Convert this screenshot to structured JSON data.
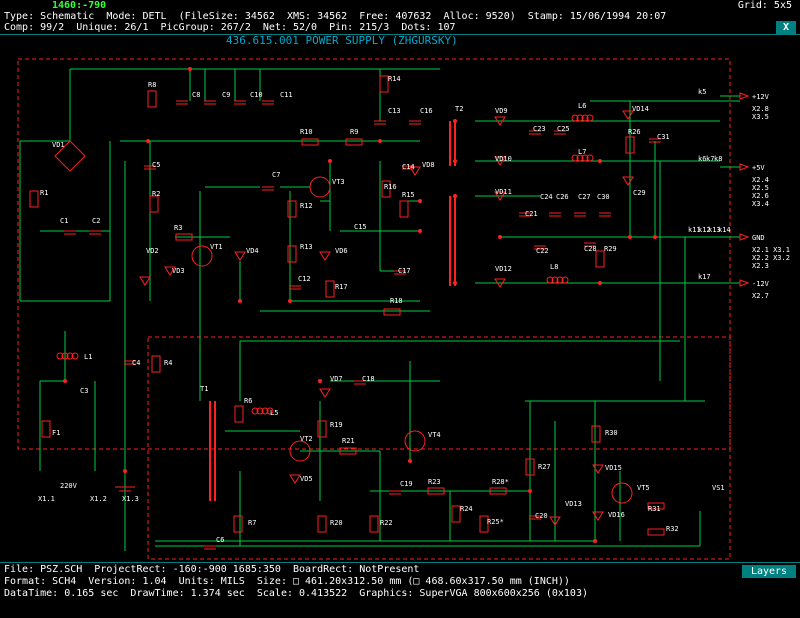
{
  "status_top": {
    "cursor_coords": "1460:-790",
    "grid": "Grid: 5x5",
    "line1": "Type: Schematic  Mode: DETL  (FileSize: 34562  XMS: 34562  Free: 407632  Alloc: 9520)  Stamp: 15/06/1994 20:07",
    "line2": "Comp: 99/2  Unique: 26/1  PicGroup: 267/2  Net: 52/0  Pin: 215/3  Dots: 107",
    "close_glyph": "X"
  },
  "schematic": {
    "title": "436.615.001   POWER SUPPLY   (ZHGURSKY)",
    "colors": {
      "wire": "#00cc44",
      "part": "#ff2020",
      "label": "#ffffff",
      "pin": "#cc33cc",
      "frame": "#ff2020"
    },
    "components": [
      {
        "ref": "R8"
      },
      {
        "ref": "C8"
      },
      {
        "ref": "C9"
      },
      {
        "ref": "C10"
      },
      {
        "ref": "C11"
      },
      {
        "ref": "R14"
      },
      {
        "ref": "C13"
      },
      {
        "ref": "C16"
      },
      {
        "ref": "T2"
      },
      {
        "ref": "VD9"
      },
      {
        "ref": "L6"
      },
      {
        "ref": "VD14"
      },
      {
        "ref": "C23"
      },
      {
        "ref": "C25"
      },
      {
        "ref": "R26"
      },
      {
        "ref": "C31"
      },
      {
        "ref": "VD1"
      },
      {
        "ref": "R10"
      },
      {
        "ref": "R9"
      },
      {
        "ref": "C14"
      },
      {
        "ref": "VD8"
      },
      {
        "ref": "VD10"
      },
      {
        "ref": "L7"
      },
      {
        "ref": "C5"
      },
      {
        "ref": "C7"
      },
      {
        "ref": "VT3"
      },
      {
        "ref": "R16"
      },
      {
        "ref": "R15"
      },
      {
        "ref": "VD11"
      },
      {
        "ref": "C29"
      },
      {
        "ref": "R1"
      },
      {
        "ref": "R2"
      },
      {
        "ref": "R12"
      },
      {
        "ref": "C21"
      },
      {
        "ref": "C24"
      },
      {
        "ref": "C26"
      },
      {
        "ref": "C27"
      },
      {
        "ref": "C30"
      },
      {
        "ref": "C1"
      },
      {
        "ref": "C2"
      },
      {
        "ref": "R3"
      },
      {
        "ref": "C15"
      },
      {
        "ref": "VD2"
      },
      {
        "ref": "VT1"
      },
      {
        "ref": "VD4"
      },
      {
        "ref": "R13"
      },
      {
        "ref": "VD6"
      },
      {
        "ref": "C22"
      },
      {
        "ref": "C28"
      },
      {
        "ref": "R29"
      },
      {
        "ref": "VD3"
      },
      {
        "ref": "C12"
      },
      {
        "ref": "R17"
      },
      {
        "ref": "C17"
      },
      {
        "ref": "VD12"
      },
      {
        "ref": "L8"
      },
      {
        "ref": "R18"
      },
      {
        "ref": "L1"
      },
      {
        "ref": "C4"
      },
      {
        "ref": "R4"
      },
      {
        "ref": "VD7"
      },
      {
        "ref": "C18"
      },
      {
        "ref": "T1"
      },
      {
        "ref": "R6"
      },
      {
        "ref": "L5"
      },
      {
        "ref": "R19"
      },
      {
        "ref": "VT4"
      },
      {
        "ref": "R30"
      },
      {
        "ref": "C3"
      },
      {
        "ref": "VT2"
      },
      {
        "ref": "R21"
      },
      {
        "ref": "VD15"
      },
      {
        "ref": "F1"
      },
      {
        "ref": "VD5"
      },
      {
        "ref": "R27"
      },
      {
        "ref": "VT5"
      },
      {
        "ref": "C19"
      },
      {
        "ref": "R23"
      },
      {
        "ref": "R28*"
      },
      {
        "ref": "VS1"
      },
      {
        "ref": "R31"
      },
      {
        "ref": "VD13"
      },
      {
        "ref": "VD16"
      },
      {
        "ref": "R32"
      },
      {
        "ref": "R7"
      },
      {
        "ref": "R20"
      },
      {
        "ref": "R22"
      },
      {
        "ref": "R24"
      },
      {
        "ref": "R25*"
      },
      {
        "ref": "C20"
      },
      {
        "ref": "C6"
      }
    ],
    "nets": [
      "k5",
      "k6",
      "k7",
      "k8",
      "k11",
      "k12",
      "k13",
      "k14",
      "k17"
    ],
    "outputs": [
      {
        "label": "+12V",
        "pins": "X2.8\nX3.5"
      },
      {
        "label": "+5V",
        "pins": "X2.4\nX2.5\nX2.6\nX3.4"
      },
      {
        "label": "GND",
        "pins": "X2.1 X3.1\nX2.2 X3.2\nX2.3"
      },
      {
        "label": "-12V",
        "pins": "X2.7"
      }
    ],
    "inputs": [
      {
        "label": "X1.1"
      },
      {
        "label": "220V"
      },
      {
        "label": "X1.2"
      },
      {
        "label": "X1.3"
      }
    ]
  },
  "status_bottom": {
    "line1": "File: PSZ.SCH  ProjectRect: -160:-900 1685:350  BoardRect: NotPresent",
    "line2": "Format: SCH4  Version: 1.04  Units: MILS  Size: □ 461.20x312.50 mm (□ 468.60x317.50 mm (INCH))",
    "line3": "DataTime: 0.165 sec  DrawTime: 1.374 sec  Scale: 0.413522  Graphics: SuperVGA 800x600x256 (0x103)",
    "layers_button": "Layers"
  }
}
